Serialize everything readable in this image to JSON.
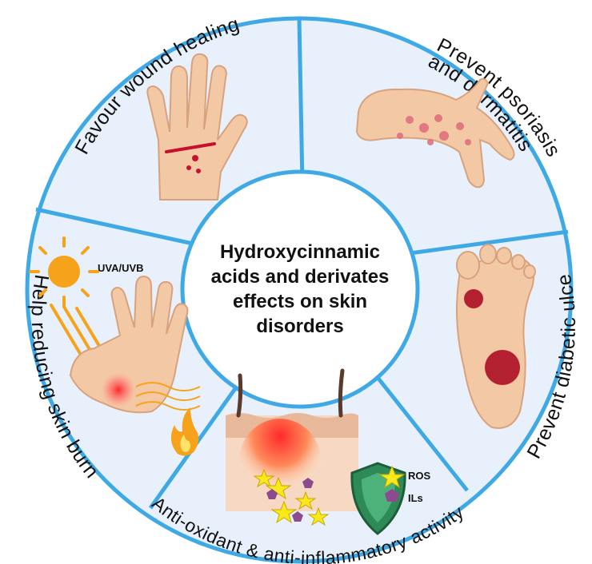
{
  "center": {
    "lines": [
      "Hydroxycinnamic",
      "acids and derivates",
      "effects on skin",
      "disorders"
    ]
  },
  "segments": [
    {
      "label": "Favour wound healing"
    },
    {
      "label": "Prevent psoriasis",
      "label2": "and dermatitis"
    },
    {
      "label": "Prevent diabetic ulcers"
    },
    {
      "label": "Anti-oxidant & anti-inflammatory activity"
    },
    {
      "label": "Help reducing skin burn"
    }
  ],
  "annotations": {
    "uv": "UVA/UVB",
    "ros": "ROS",
    "ils": "ILs"
  },
  "colors": {
    "ring_stroke": "#3fa9e6",
    "segment_fill": "#e8f1fb",
    "center_fill": "#ffffff",
    "skin": "#f3c8a4",
    "skin_dark": "#d9a27e",
    "sun": "#f7a21b",
    "wound": "#c8102e",
    "ros_star": "#f8e81c",
    "il_pentagon": "#8e4a8e",
    "shield": "#2e8b57"
  },
  "icons": [
    "hand-cut-icon",
    "psoriasis-arm-icon",
    "diabetic-foot-icon",
    "skin-layer-icon",
    "shield-icon",
    "sun-icon",
    "burned-hand-icon",
    "flame-icon"
  ]
}
